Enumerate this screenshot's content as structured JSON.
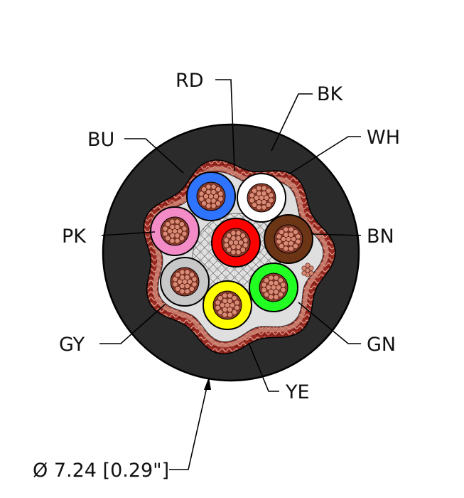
{
  "diagram": {
    "labels": {
      "rd": "RD",
      "bk": "BK",
      "wh": "WH",
      "bu": "BU",
      "pk": "PK",
      "bn": "BN",
      "gy": "GY",
      "gn": "GN",
      "ye": "YE"
    },
    "dimension": "Ø 7.24 [0.29\"]",
    "colors": {
      "jacket": "#2b2b2b",
      "shield": "#8e2620",
      "shield_foil": "#d08b7a",
      "filler": "#dfdfdf",
      "copper": "#d88a75",
      "rd": "#ff0000",
      "wh": "#ffffff",
      "bu": "#2f74ff",
      "pk": "#f28bc6",
      "bn": "#6b3516",
      "gy": "#c8c8c8",
      "gn": "#22ff22",
      "ye": "#ffff00"
    }
  }
}
